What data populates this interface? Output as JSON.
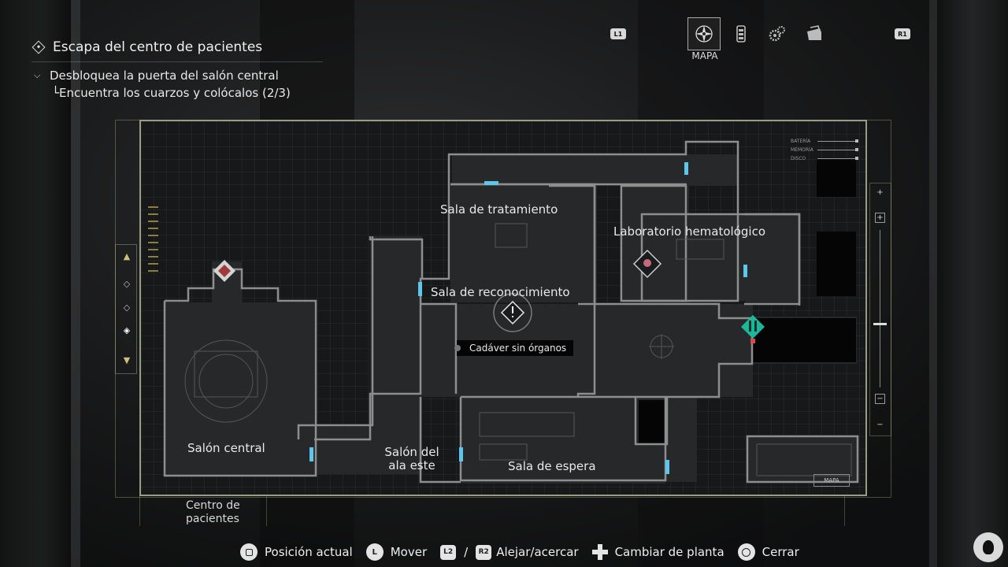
{
  "objective": {
    "title": "Escapa del centro de pacientes",
    "subtitle": "Desbloquea la puerta del salón central",
    "task": "Encuentra los cuarzos y colócalos (2/3)"
  },
  "tabs": {
    "left_shoulder": "L1",
    "right_shoulder": "R1",
    "active_label": "MAPA",
    "items": [
      {
        "icon": "map-compass-icon",
        "active": true
      },
      {
        "icon": "files-icon",
        "active": false
      },
      {
        "icon": "gears-icon",
        "active": false
      },
      {
        "icon": "inventory-icon",
        "active": false
      }
    ]
  },
  "map": {
    "rooms": [
      {
        "name": "Sala de tratamiento"
      },
      {
        "name": "Laboratorio hematológico"
      },
      {
        "name": "Sala de reconocimiento"
      },
      {
        "name": "Salón central"
      },
      {
        "name": "Salón del ala este"
      },
      {
        "name": "Sala de espera"
      }
    ],
    "tooltip": "Cadáver sin órganos",
    "status_rows": [
      "BATERÍA",
      "MEMORIA",
      "DISCO"
    ],
    "tag": "MAPA",
    "floor_name": "Centro de pacientes"
  },
  "floor_selector": {
    "up": "▲",
    "down": "▼",
    "selected_index": 2,
    "count": 3
  },
  "zoom": {
    "plus": "+",
    "minus": "−",
    "top_mark": "+",
    "bottom_mark": "−"
  },
  "controls": [
    {
      "button": "square",
      "label": "Posición actual"
    },
    {
      "button": "L",
      "label": "Mover"
    },
    {
      "button": "L2 / R2",
      "label": "Alejar/acercar"
    },
    {
      "button": "dpad",
      "label": "Cambiar de planta"
    },
    {
      "button": "circle",
      "label": "Cerrar"
    }
  ],
  "colors": {
    "map_border": "#9a9b86",
    "wall": "#8d8f8f",
    "door": "#5ec6e8",
    "save_marker": "#1bb79a",
    "accent_floor": "#c9c07a"
  }
}
